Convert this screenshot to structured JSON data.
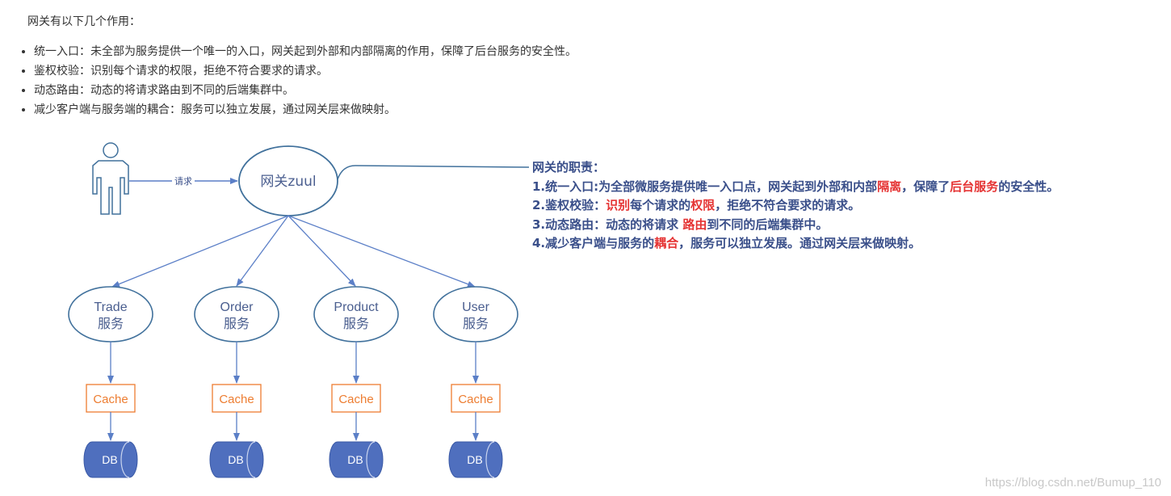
{
  "intro": "网关有以下几个作用：",
  "points": [
    "统一入口：未全部为服务提供一个唯一的入口，网关起到外部和内部隔离的作用，保障了后台服务的安全性。",
    "鉴权校验：识别每个请求的权限，拒绝不符合要求的请求。",
    "动态路由：动态的将请求路由到不同的后端集群中。",
    "减少客户端与服务端的耦合：服务可以独立发展，通过网关层来做映射。"
  ],
  "diagram": {
    "request_label": "请求",
    "gateway_label": "网关zuul",
    "services": [
      {
        "name": "Trade",
        "suffix": "服务"
      },
      {
        "name": "Order",
        "suffix": "服务"
      },
      {
        "name": "Product",
        "suffix": "服务"
      },
      {
        "name": "User",
        "suffix": "服务"
      }
    ],
    "cache_label": "Cache",
    "db_label": "DB",
    "colors": {
      "stroke": "#41719c",
      "arrow": "#5b7fc7",
      "cache": "#ed7d31",
      "db": "#4f6fbe",
      "highlight": "#e53333",
      "duty_text": "#3a4f8a"
    }
  },
  "duties": {
    "title": "网关的职责：",
    "line1": {
      "a": "1.统一入口:为全部微服务提供唯一入口点，网关起到外部和内部",
      "b": "隔离",
      "c": "，保障了",
      "d": "后台服务",
      "e": "的安全性。"
    },
    "line2": {
      "a": "2.鉴权校验：",
      "b": "识别",
      "c": "每个请求的",
      "d": "权限",
      "e": "，拒绝不符合要求的请求。"
    },
    "line3": {
      "a": "3.动态路由：动态的将请求 ",
      "b": "路由",
      "c": "到不同的后端集群中。"
    },
    "line4": {
      "a": "4.减少客户端与服务的",
      "b": "耦合",
      "c": "，服务可以独立发展。通过网关层来做映射。"
    }
  },
  "watermark": "https://blog.csdn.net/Bumup_110"
}
